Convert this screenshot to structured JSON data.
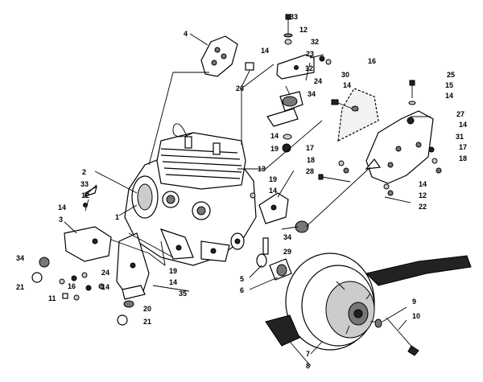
{
  "callouts": {
    "c1": "1",
    "c2": "2",
    "c3": "3",
    "c4": "4",
    "c5": "5",
    "c6": "6",
    "c7": "7",
    "c8": "8",
    "c9": "9",
    "c10": "10",
    "c11": "11",
    "c12a": "12",
    "c12b": "12",
    "c12c": "12",
    "c12d": "12",
    "c13": "13",
    "c14a": "14",
    "c14b": "14",
    "c14c": "14",
    "c14d": "14",
    "c14e": "14",
    "c14f": "14",
    "c14g": "14",
    "c14h": "14",
    "c14i": "14",
    "c14j": "14",
    "c15": "15",
    "c16a": "16",
    "c16b": "16",
    "c17a": "17",
    "c17b": "17",
    "c18a": "18",
    "c18b": "18",
    "c19a": "19",
    "c19b": "19",
    "c19c": "19",
    "c20": "20",
    "c21a": "21",
    "c21b": "21",
    "c22": "22",
    "c23": "23",
    "c24a": "24",
    "c24b": "24",
    "c25": "25",
    "c26": "26",
    "c27": "27",
    "c28": "28",
    "c29": "29",
    "c30": "30",
    "c31": "31",
    "c32": "32",
    "c33a": "33",
    "c33b": "33",
    "c34a": "34",
    "c34b": "34",
    "c34c": "34",
    "c35": "35"
  }
}
